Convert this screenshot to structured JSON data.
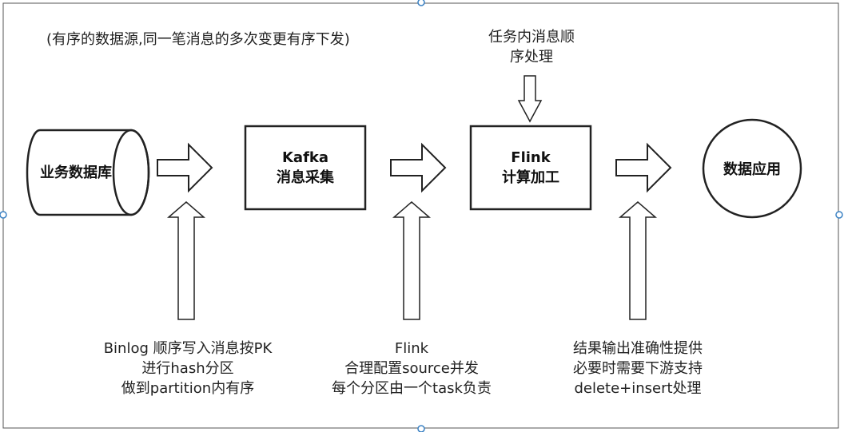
{
  "header_note": "(有序的数据源,同一笔消息的多次变更有序下发)",
  "nodes": {
    "source": {
      "label": "业务数据库"
    },
    "kafka": {
      "line1": "Kafka",
      "line2": "消息采集"
    },
    "flink": {
      "line1": "Flink",
      "line2": "计算加工"
    },
    "app": {
      "label": "数据应用"
    }
  },
  "notes": {
    "flink_top": {
      "line1": "任务内消息顺",
      "line2": "序处理"
    },
    "binlog": {
      "line1": "Binlog 顺序写入消息按PK",
      "line2": "进行hash分区",
      "line3": "做到partition内有序"
    },
    "flink_source": {
      "line1": "Flink",
      "line2": "合理配置source并发",
      "line3": "每个分区由一个task负责"
    },
    "result": {
      "line1": "结果输出准确性提供",
      "line2": "必要时需要下游支持",
      "line3": "delete+insert处理"
    }
  }
}
